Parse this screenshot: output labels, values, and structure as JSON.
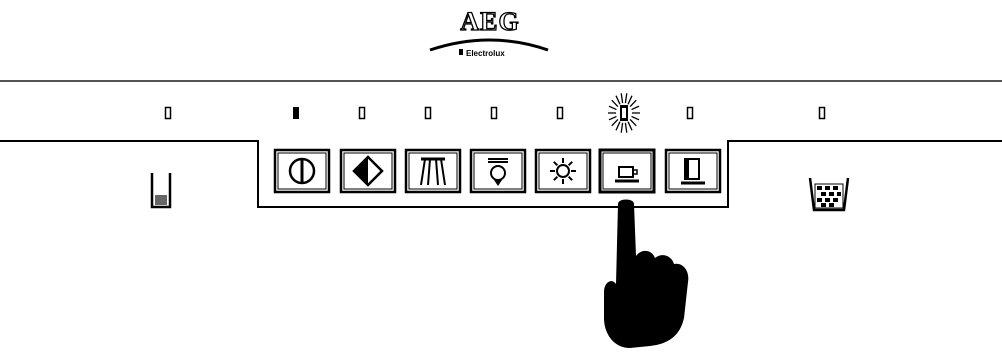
{
  "brand": {
    "logo_text": "AEG",
    "sub_text": "Electrolux"
  },
  "indicators": [
    {
      "state": "off"
    },
    {
      "state": "on"
    },
    {
      "state": "off"
    },
    {
      "state": "off"
    },
    {
      "state": "off"
    },
    {
      "state": "off"
    },
    {
      "state": "flashing"
    },
    {
      "state": "off"
    },
    {
      "state": "off"
    }
  ],
  "programs": [
    {
      "icon": "power-icon"
    },
    {
      "icon": "start-diamond-icon"
    },
    {
      "icon": "intensive-wash-icon"
    },
    {
      "icon": "normal-wash-icon"
    },
    {
      "icon": "eco-sun-icon"
    },
    {
      "icon": "glass-cup-icon"
    },
    {
      "icon": "rinse-hold-icon"
    }
  ],
  "side_icons": {
    "left": "salt-refill-icon",
    "right": "rinse-aid-icon"
  },
  "selected_program_index": 5
}
